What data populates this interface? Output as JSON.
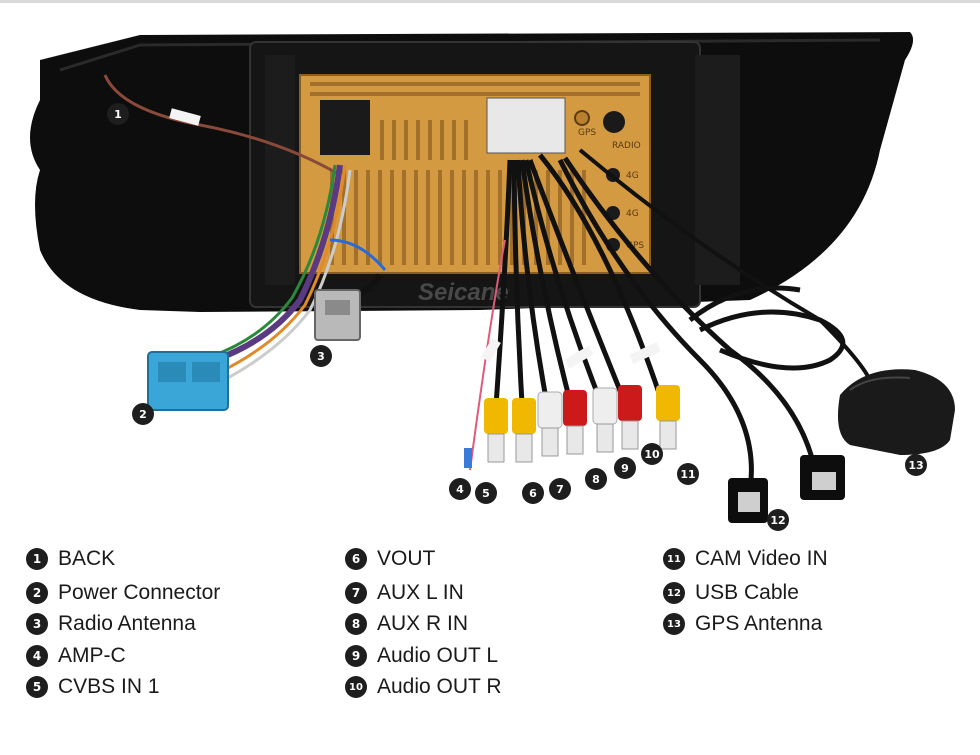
{
  "brand": "Seicane",
  "panel_labels": {
    "radio": "RADIO",
    "gps": "GPS",
    "fourg_1": "4G",
    "fourg_2": "4G",
    "gps_lower": "GPS"
  },
  "legend": [
    {
      "num": "1",
      "label": "BACK"
    },
    {
      "num": "2",
      "label": "Power Connector"
    },
    {
      "num": "3",
      "label": "Radio Antenna"
    },
    {
      "num": "4",
      "label": "AMP-C"
    },
    {
      "num": "5",
      "label": "CVBS IN 1"
    },
    {
      "num": "6",
      "label": "VOUT"
    },
    {
      "num": "7",
      "label": "AUX L IN"
    },
    {
      "num": "8",
      "label": "AUX R IN"
    },
    {
      "num": "9",
      "label": "Audio OUT L"
    },
    {
      "num": "10",
      "label": "Audio OUT R"
    },
    {
      "num": "11",
      "label": "CAM Video IN"
    },
    {
      "num": "12",
      "label": "USB Cable"
    },
    {
      "num": "13",
      "label": "GPS Antenna"
    }
  ],
  "colors": {
    "frame": "#0d0d0d",
    "unit": "#d49a42",
    "connector_blue": "#3aa6d8",
    "rca_yellow": "#f0b800",
    "rca_white": "#eeeeee",
    "rca_red": "#cc1a1a"
  }
}
